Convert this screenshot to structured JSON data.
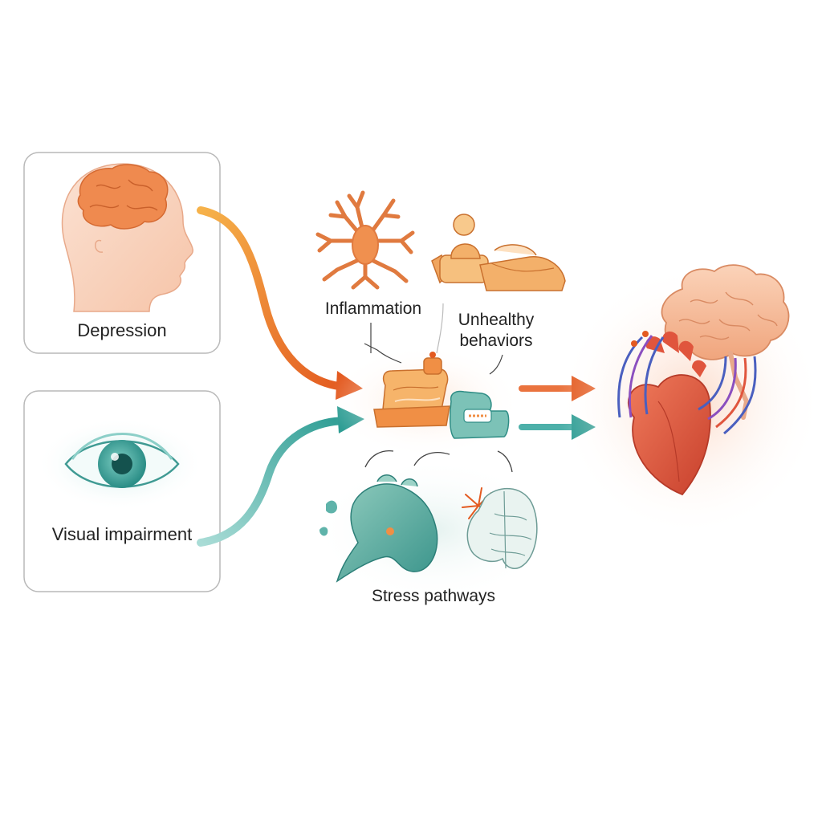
{
  "diagram": {
    "nodes": {
      "depression": {
        "label": "Depression",
        "icon": "head-brain-icon"
      },
      "visual_impairment": {
        "label": "Visual impairment",
        "icon": "eye-icon"
      },
      "inflammation": {
        "label": "Inflammation",
        "icon": "immune-cell-icon"
      },
      "unhealthy_behaviors": {
        "label": "Unhealthy behaviors",
        "icon": "sedentary-person-icon"
      },
      "stress_pathways": {
        "label": "Stress pathways",
        "icon": "stress-organs-icon"
      },
      "outcome": {
        "label": "",
        "icon": "heart-brain-icon"
      }
    },
    "colors": {
      "orange_accent": "#e8642a",
      "teal_accent": "#3aa8a0",
      "heart_red": "#e0553d",
      "brain_peach": "#f3b48f",
      "panel_border": "#b9b9b9"
    }
  }
}
